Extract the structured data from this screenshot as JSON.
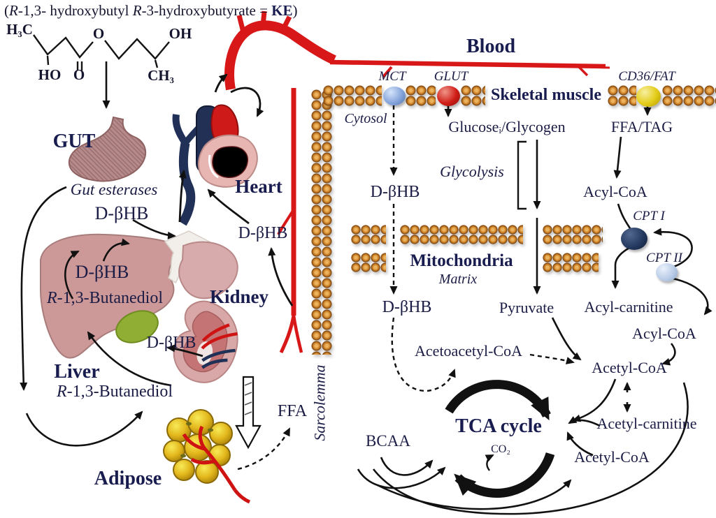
{
  "title": {
    "open": "(",
    "r1": "R",
    "mid": "-1,3- hydroxybutyl ",
    "r2": "R",
    "tail": "-3-hydroxybutyrate ",
    "eq": "= ",
    "ke": "KE",
    "close": ")"
  },
  "chemical": {
    "h3c": "H₃C",
    "o_ester": "O",
    "oh": "OH",
    "ho": "HO",
    "o_carbonyl": "O",
    "ch3": "CH₃"
  },
  "organs": {
    "gut": "GUT",
    "gut_esterases": "Gut esterases",
    "heart": "Heart",
    "liver": "Liver",
    "kidney": "Kidney",
    "adipose": "Adipose"
  },
  "blood": {
    "label": "Blood"
  },
  "muscle": {
    "skeletal_muscle": "Skeletal muscle",
    "sarcolemma": "Sarcolemma",
    "cytosol": "Cytosol",
    "mitochondria": "Mitochondria",
    "matrix": "Matrix"
  },
  "transporters": {
    "mct": "MCT",
    "glut": "GLUT",
    "cd36": "CD36/FAT",
    "cpt1": "CPT I",
    "cpt2": "CPT II"
  },
  "metabolites": {
    "dbhb_gut": "D-βHB",
    "dbhb_liver": "D-βHB",
    "dbhb_kidney": "D-βHB",
    "dbhb_heart": "D-βHB",
    "dbhb_cytosol": "D-βHB",
    "dbhb_matrix": "D-βHB",
    "butanediol_r": "R",
    "butanediol_rest": "-1,3-Butanediol",
    "ffa": "FFA",
    "glucose_glycogen": "Glucoseᵢ/Glycogen",
    "ffa_tag": "FFA/TAG",
    "glycolysis": "Glycolysis",
    "acyl_coa_top": "Acyl-CoA",
    "acyl_coa_right": "Acyl-CoA",
    "acyl_carnitine": "Acyl-carnitine",
    "acetyl_coa_upper": "Acetyl-CoA",
    "acetyl_carnitine": "Acetyl-carnitine",
    "acetyl_coa_lower": "Acetyl-CoA",
    "acetoacetyl_coa": "Acetoacetyl-CoA",
    "pyruvate": "Pyruvate",
    "bcaa": "BCAA"
  },
  "tca": {
    "label": "TCA cycle",
    "co2": "CO₂"
  },
  "colors": {
    "vessel_red": "#d81818",
    "vein_navy": "#203056",
    "membrane_orange": "#c97f26",
    "mct_blue": "#7f9fd9",
    "glut_red": "#cf1d16",
    "cd36_yellow": "#e3cb17",
    "cpt1_navy": "#22365c",
    "cpt2_blue": "#b6c9e6",
    "text_navy": "#1a1c4a",
    "liver_pink": "#cc9898",
    "gallbladder_green": "#8fae33",
    "adipose_yellow": "#e3b81d",
    "arrow_black": "#111111"
  }
}
